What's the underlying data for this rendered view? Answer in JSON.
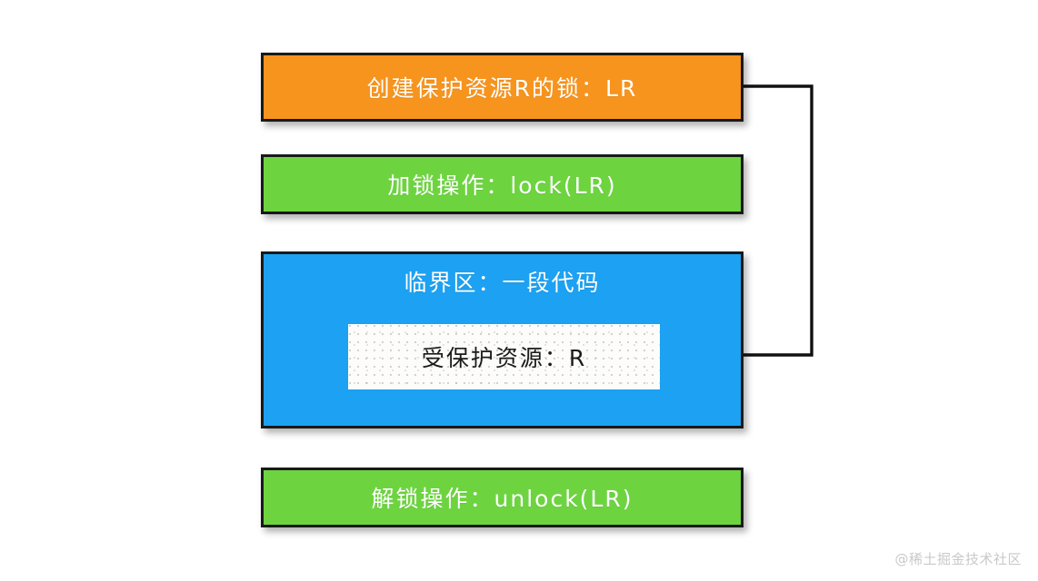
{
  "diagram": {
    "title": "",
    "background_color": "#ffffff",
    "boxes": [
      {
        "id": "create-lock",
        "label": "创建保护资源R的锁：LR",
        "color": "#f7941e",
        "text_color": "#ffffff"
      },
      {
        "id": "lock-op",
        "label": "加锁操作：lock(LR)",
        "color": "#6dd440",
        "text_color": "#ffffff"
      },
      {
        "id": "critical-section",
        "label": "临界区：一段代码",
        "color": "#1da1f2",
        "text_color": "#ffffff"
      },
      {
        "id": "protected-resource",
        "label": "受保护资源：R",
        "color": "#fcfcfa",
        "text_color": "#1b1b1b"
      },
      {
        "id": "unlock-op",
        "label": "解锁操作：unlock(LR)",
        "color": "#6dd440",
        "text_color": "#ffffff"
      }
    ],
    "connector": {
      "name": "lock-protects-resource-arrow",
      "from": "create-lock",
      "to": "protected-resource",
      "color": "#111111",
      "arrowhead": "left"
    },
    "border_color": "#191919"
  },
  "watermark": {
    "text": "@稀土掘金技术社区"
  }
}
